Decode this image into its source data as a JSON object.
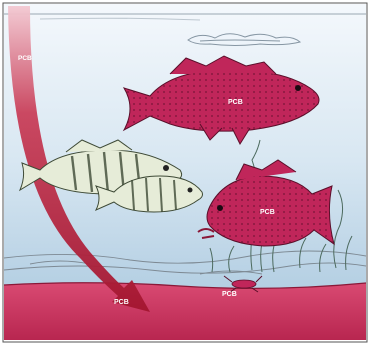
{
  "labels": {
    "arrow": "PCB",
    "large_fish_top": "PCB",
    "large_fish_bottom": "PCB",
    "sediment_top": "PCB",
    "sediment_bottom": "PCB"
  },
  "colors": {
    "water_top": "#f4f8fc",
    "water_bottom": "#b9d3e6",
    "sediment": "#c8325f",
    "pcb_fish": "#c0265a",
    "perch_body": "#e6ecd8",
    "arrow": "#b4243f"
  }
}
